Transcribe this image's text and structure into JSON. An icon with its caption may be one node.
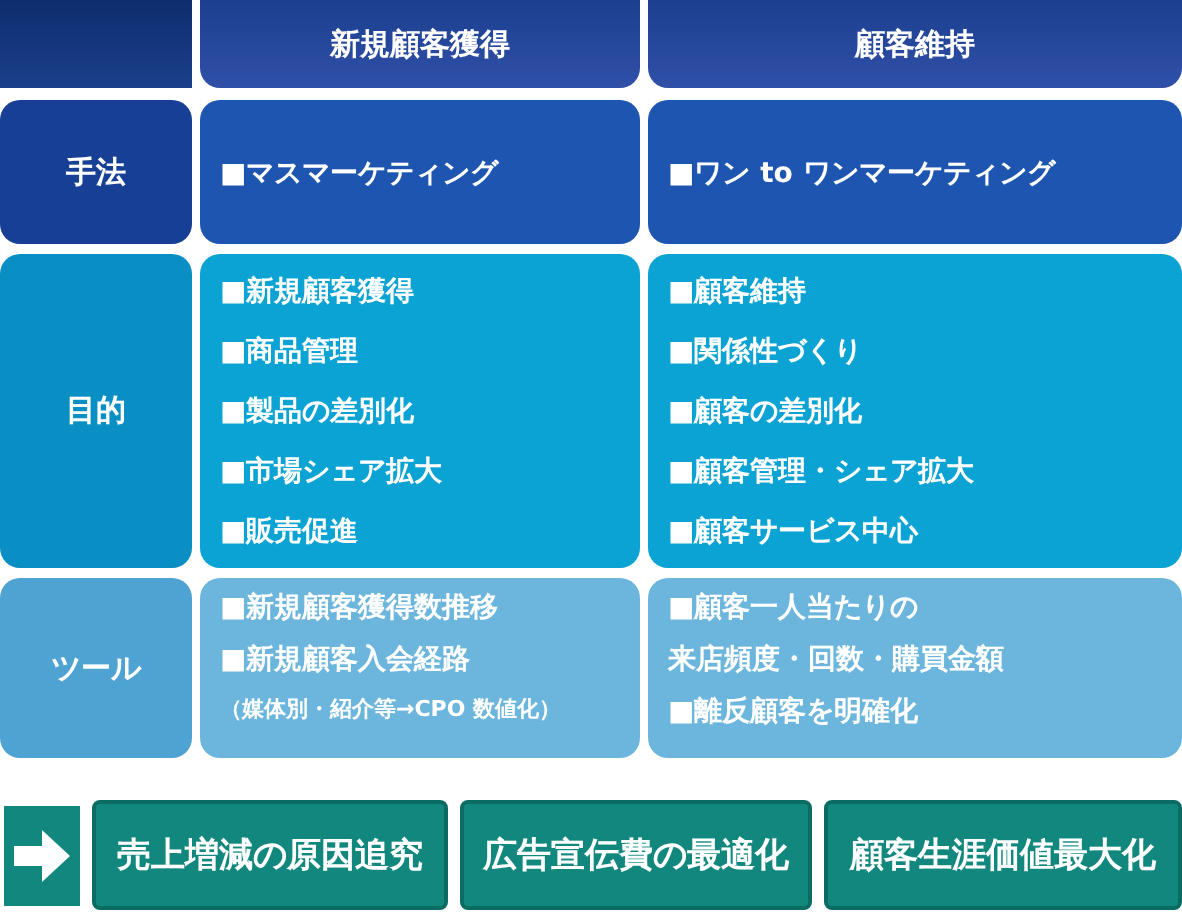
{
  "diagram": {
    "labels": [
      "新規顧客獲得",
      "顧客維持",
      "手法",
      "■マスマーケティング",
      "■ワン to ワンマーケティング",
      "目的",
      "■新規顧客獲得",
      "■商品管理",
      "■製品の差別化",
      "■市場シェア拡大",
      "■販売促進",
      "■顧客維持",
      "■関係性づくり",
      "■顧客の差別化",
      "■顧客管理・シェア拡大",
      "■顧客サービス中心",
      "ツール",
      "■新規顧客獲得数推移",
      "■新規顧客入会経路",
      "（媒体別・紹介等→CPO 数値化）",
      "■顧客一人当たりの",
      "来店頻度・回数・購買金額",
      "■離反顧客を明確化",
      "売上増減の原因追究",
      "広告宣伝費の最適化",
      "顧客生涯価値最大化"
    ]
  }
}
